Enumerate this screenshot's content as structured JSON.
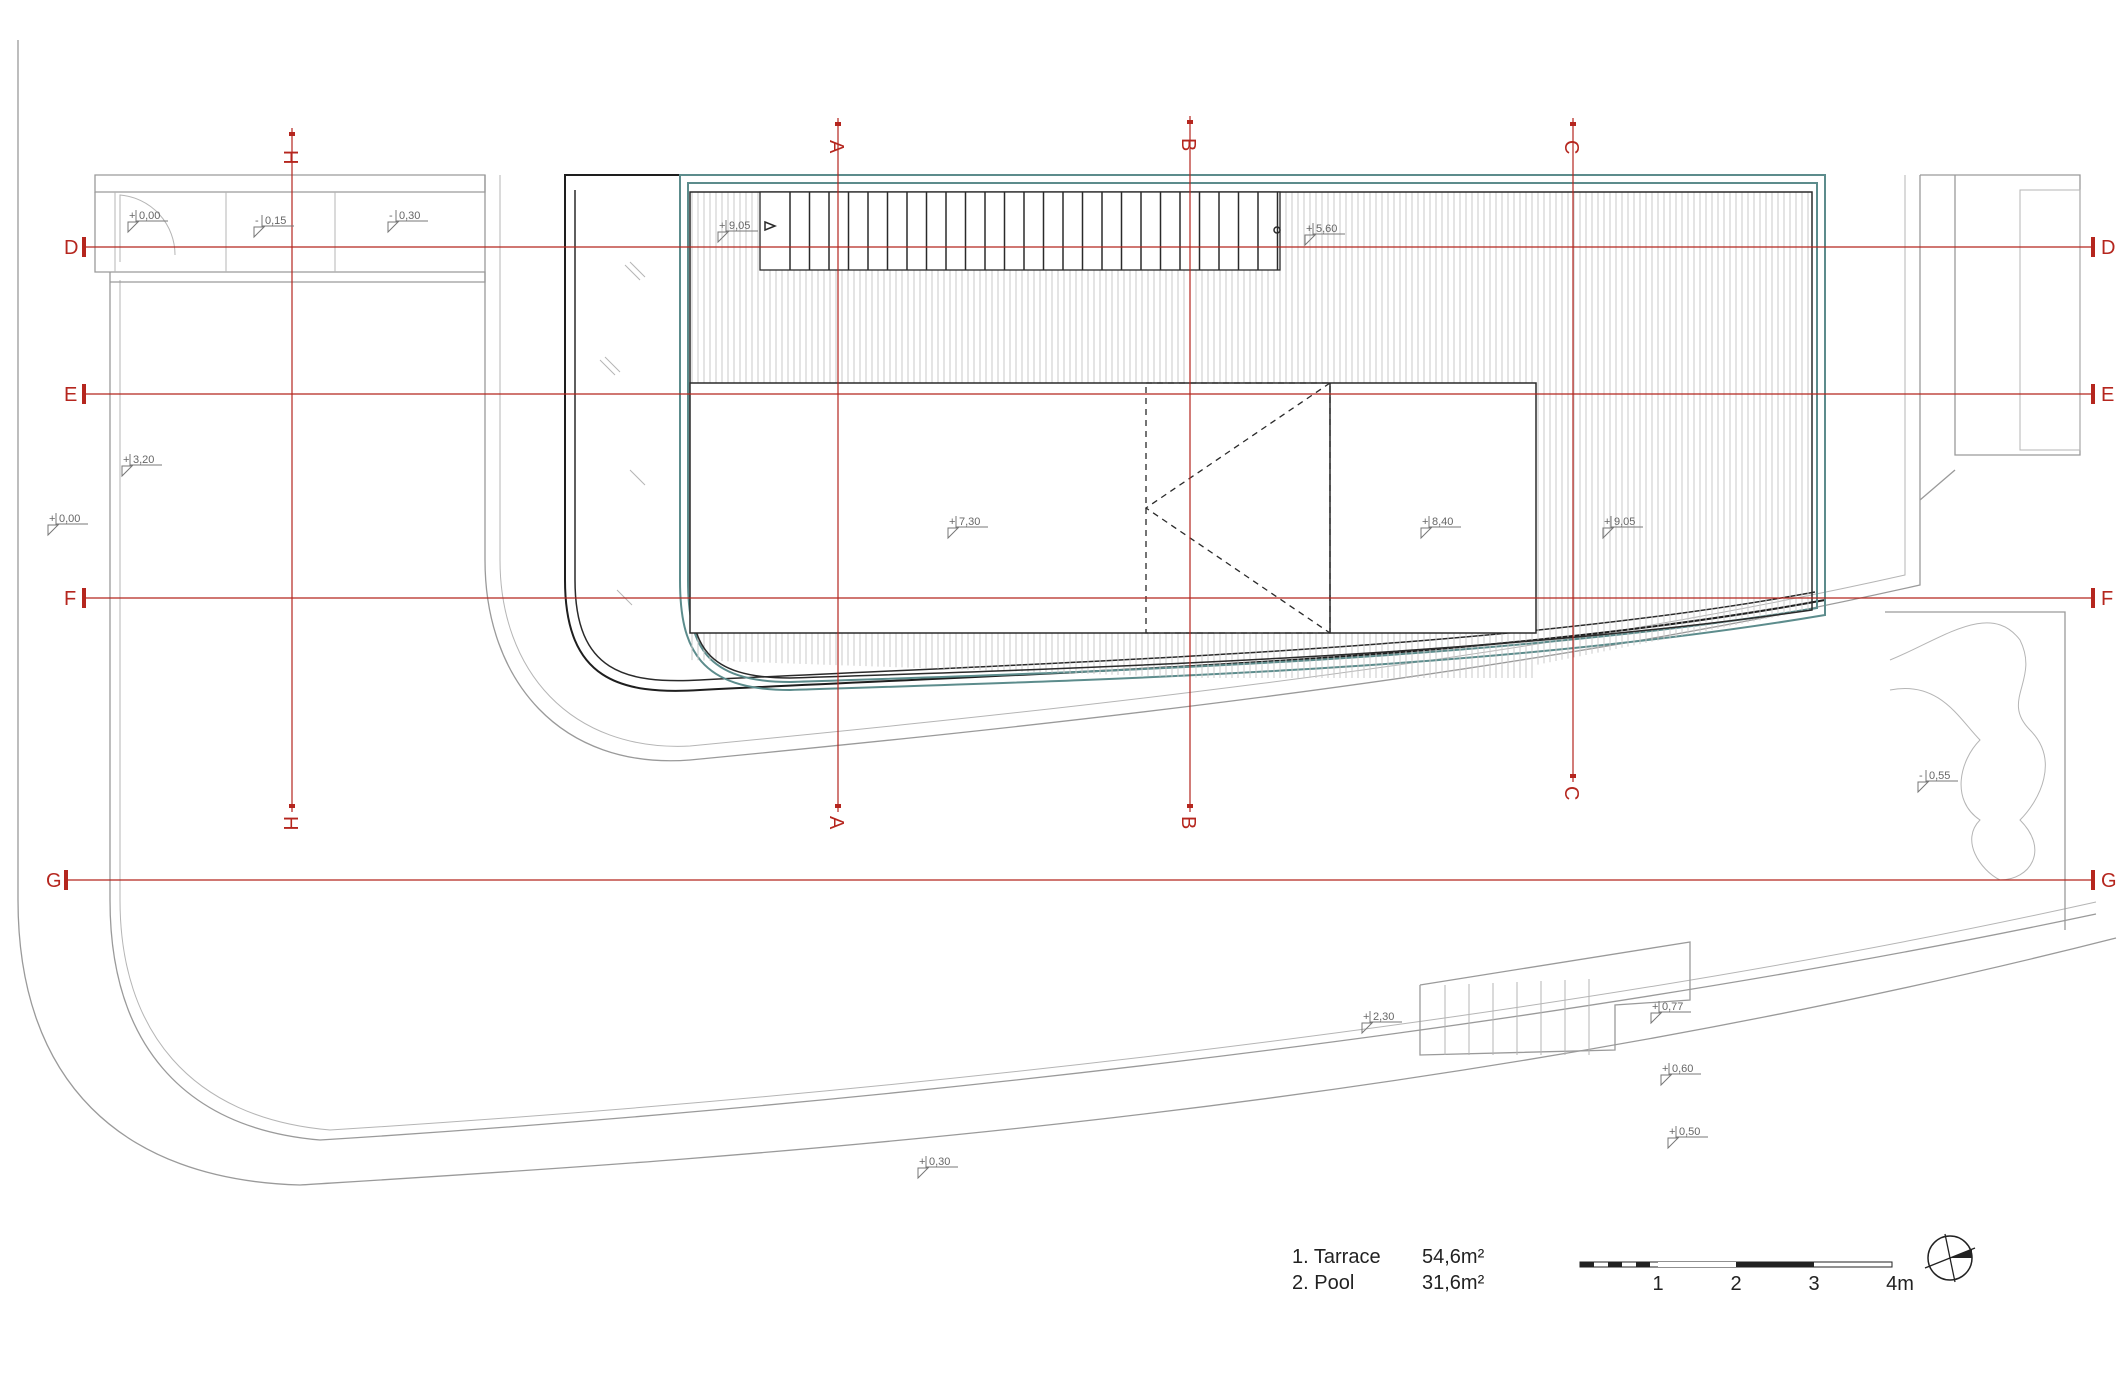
{
  "sections": {
    "vertical": [
      {
        "id": "H",
        "label": "H"
      },
      {
        "id": "A",
        "label": "A"
      },
      {
        "id": "B",
        "label": "B"
      },
      {
        "id": "C",
        "label": "C"
      }
    ],
    "horizontal": [
      {
        "id": "D",
        "label": "D"
      },
      {
        "id": "E",
        "label": "E"
      },
      {
        "id": "F",
        "label": "F"
      },
      {
        "id": "G",
        "label": "G"
      }
    ]
  },
  "levels": [
    {
      "id": "lvl-pos-000",
      "sign": "+",
      "value": "0,00"
    },
    {
      "id": "lvl-neg-015",
      "sign": "-",
      "value": "0,15"
    },
    {
      "id": "lvl-neg-030",
      "sign": "-",
      "value": "0,30"
    },
    {
      "id": "lvl-pos-905-stair",
      "sign": "+",
      "value": "9,05"
    },
    {
      "id": "lvl-pos-560",
      "sign": "+",
      "value": "5,60"
    },
    {
      "id": "lvl-pos-320",
      "sign": "+",
      "value": "3,20"
    },
    {
      "id": "lvl-pos-000-left",
      "sign": "+",
      "value": "0,00"
    },
    {
      "id": "lvl-pos-730",
      "sign": "+",
      "value": "7,30"
    },
    {
      "id": "lvl-pos-840",
      "sign": "+",
      "value": "8,40"
    },
    {
      "id": "lvl-pos-905",
      "sign": "+",
      "value": "9,05"
    },
    {
      "id": "lvl-neg-055",
      "sign": "-",
      "value": "0,55"
    },
    {
      "id": "lvl-pos-077",
      "sign": "+",
      "value": "0,77"
    },
    {
      "id": "lvl-pos-230",
      "sign": "+",
      "value": "2,30"
    },
    {
      "id": "lvl-pos-060",
      "sign": "+",
      "value": "0,60"
    },
    {
      "id": "lvl-pos-050",
      "sign": "+",
      "value": "0,50"
    },
    {
      "id": "lvl-pos-030",
      "sign": "+",
      "value": "0,30"
    }
  ],
  "legend": [
    {
      "label": "1.  Tarrace",
      "area": "54,6m²"
    },
    {
      "label": "2.  Pool",
      "area": "31,6m²"
    }
  ],
  "scale_bar": {
    "labels": [
      "1",
      "2",
      "3",
      "4m"
    ]
  },
  "colors": {
    "section": "#b5261e",
    "pool_edge": "#5c8c8c",
    "line": "#9a9a9a"
  }
}
